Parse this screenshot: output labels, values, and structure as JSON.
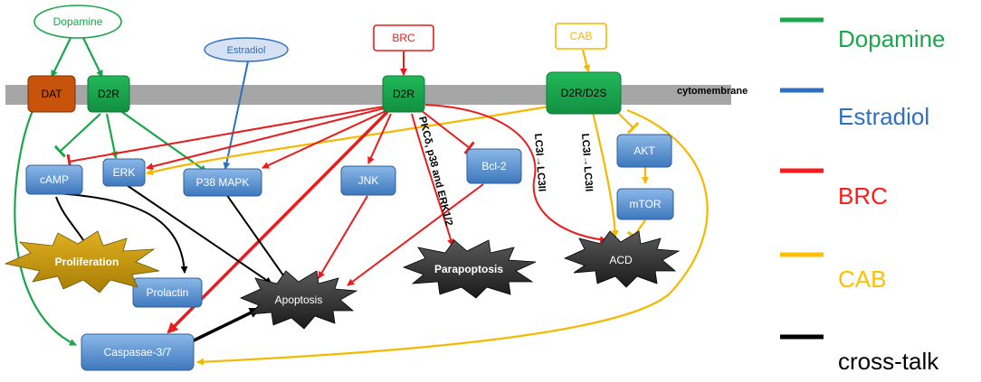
{
  "ligands": {
    "dopamine": "Dopamine",
    "estradiol": "Estradiol",
    "brc": "BRC",
    "cab": "CAB"
  },
  "membrane": {
    "label": "cytomembrane",
    "receptors": {
      "dat": "DAT",
      "d2r_dopamine": "D2R",
      "d2r_brc": "D2R",
      "d2r_d2s": "D2R/D2S"
    }
  },
  "nodes": {
    "camp": "cAMP",
    "erk": "ERK",
    "p38": "P38 MAPK",
    "jnk": "JNK",
    "bcl2": "Bcl-2",
    "akt": "AKT",
    "mtor": "mTOR",
    "prolactin": "Prolactin",
    "caspase": "Caspasae-3/7"
  },
  "outcomes": {
    "proliferation": "Proliferation",
    "apoptosis": "Apoptosis",
    "parapoptosis": "Parapoptosis",
    "acd": "ACD"
  },
  "edge_labels": {
    "pkc": "PKCδ, p38 and ERK1/2",
    "lc3_brc": "LC3I→LC3II",
    "lc3_cab": "LC3I→LC3II"
  },
  "legend": [
    {
      "label": "Dopamine",
      "color": "#1aa64a"
    },
    {
      "label": "Estradiol",
      "color": "#2e6fc0"
    },
    {
      "label": "BRC",
      "color": "#ff1a1a"
    },
    {
      "label": "CAB",
      "color": "#ffc000"
    },
    {
      "label": "cross-talk",
      "color": "#000000"
    }
  ],
  "colors": {
    "dopamine": "#1aa64a",
    "estradiol": "#2e6fc0",
    "brc": "#e81c1c",
    "cab": "#f5b800",
    "crosstalk": "#000000",
    "membrane": "#a6a6a6",
    "receptor_green": "#1aa64a",
    "dat_orange": "#c8540c",
    "node_blue": "#4a86c8"
  }
}
